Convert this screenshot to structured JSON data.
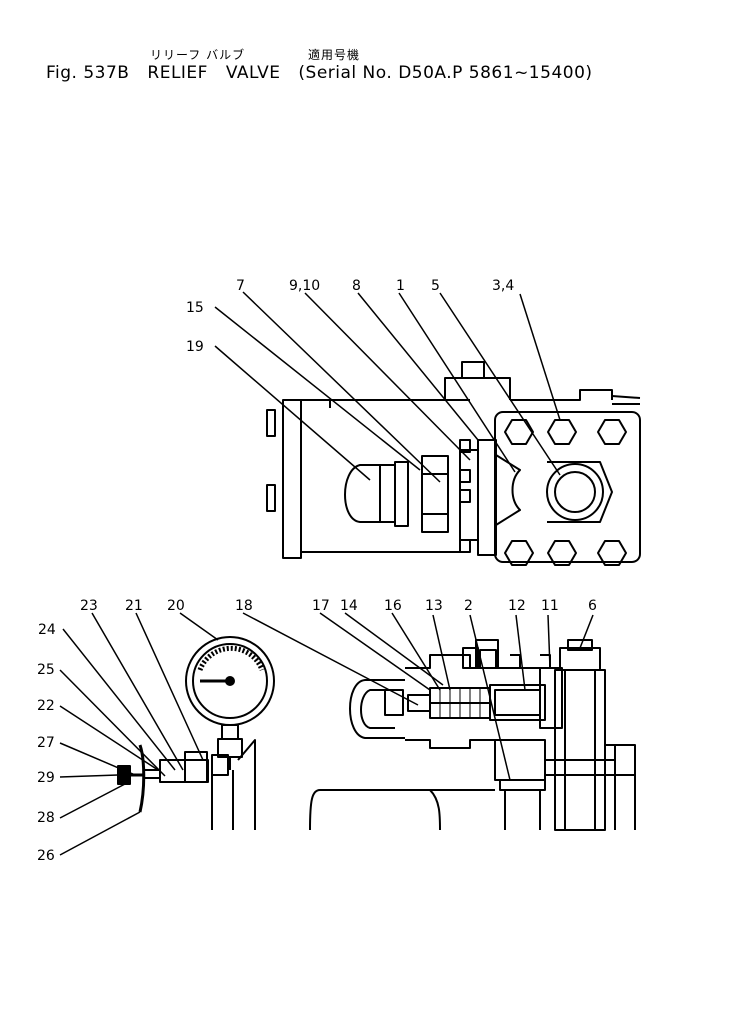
{
  "header": {
    "jp_part_name": "リリーフ バルブ",
    "jp_serial_heading": "適用号機",
    "fig_label": "Fig. 537B",
    "part_name": "RELIEF",
    "part_name2": "VALVE",
    "serial_info": "(Serial No. D50A.P 5861~15400)"
  },
  "callouts": {
    "top_view": [
      "7",
      "9,10",
      "8",
      "1",
      "5",
      "3,4",
      "15",
      "19"
    ],
    "section_view": [
      "18",
      "17",
      "14",
      "16",
      "13",
      "2",
      "12",
      "11",
      "6"
    ],
    "gauge_view": [
      "23",
      "21",
      "20",
      "24",
      "25",
      "22",
      "27",
      "29",
      "28",
      "26"
    ]
  }
}
